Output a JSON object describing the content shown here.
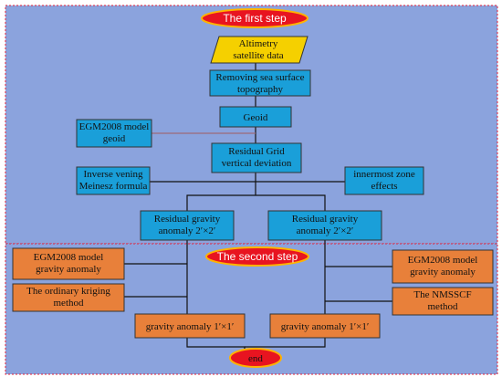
{
  "colors": {
    "panel": "#8ba3dd",
    "box_blue": "#1a9fd9",
    "box_orange": "#e8803a",
    "box_yellow": "#f5d000",
    "oval_red": "#e81420",
    "dashed_border": "#e0203a"
  },
  "step1": {
    "title": "The first step"
  },
  "step2": {
    "title": "The second step"
  },
  "nodes": {
    "altimetry": [
      "Altimetry",
      "satellite data"
    ],
    "removing": [
      "Removing sea surface",
      "topography"
    ],
    "geoid": [
      "Geoid"
    ],
    "egm_geoid": [
      "EGM2008 model",
      "geoid"
    ],
    "residual_grid": [
      "Residual Grid",
      "vertical deviation"
    ],
    "inverse_vening": [
      "Inverse vening",
      "Meinesz formula"
    ],
    "innermost": [
      "innermost zone",
      "effects"
    ],
    "res_grav_left": [
      "Residual gravity",
      "anomaly 2′×2′"
    ],
    "res_grav_right": [
      "Residual gravity",
      "anomaly 2′×2′"
    ],
    "egm_anom_left": [
      "EGM2008 model",
      "gravity anomaly"
    ],
    "kriging": [
      "The ordinary kriging",
      "method"
    ],
    "egm_anom_right": [
      "EGM2008 model",
      "gravity anomaly"
    ],
    "nmsscf": [
      "The NMSSCF",
      "method"
    ],
    "grav_left": [
      "gravity anomaly 1′×1′"
    ],
    "grav_right": [
      "gravity anomaly 1′×1′"
    ],
    "end": "end"
  }
}
